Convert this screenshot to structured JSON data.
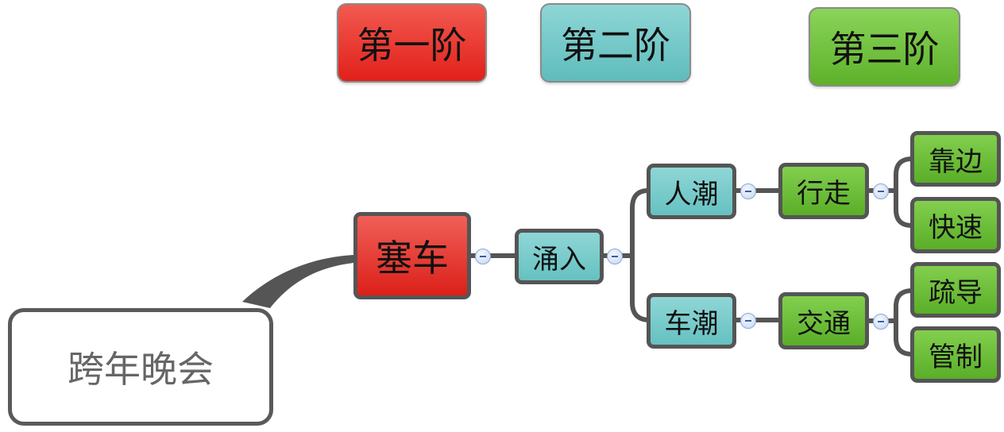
{
  "legend": {
    "level1": "第一阶",
    "level2": "第二阶",
    "level3": "第三阶"
  },
  "colors": {
    "level1": "#e1201a",
    "level2": "#5fbcbc",
    "level3": "#5eb12a",
    "connector": "#555555",
    "central_border": "#5a5a5a"
  },
  "mindmap": {
    "central": "跨年晚会",
    "level1": "塞车",
    "level2": "涌入",
    "branches": [
      {
        "label": "人潮",
        "child": "行走",
        "leaves": [
          "靠边",
          "快速"
        ]
      },
      {
        "label": "车潮",
        "child": "交通",
        "leaves": [
          "疏导",
          "管制"
        ]
      }
    ]
  }
}
